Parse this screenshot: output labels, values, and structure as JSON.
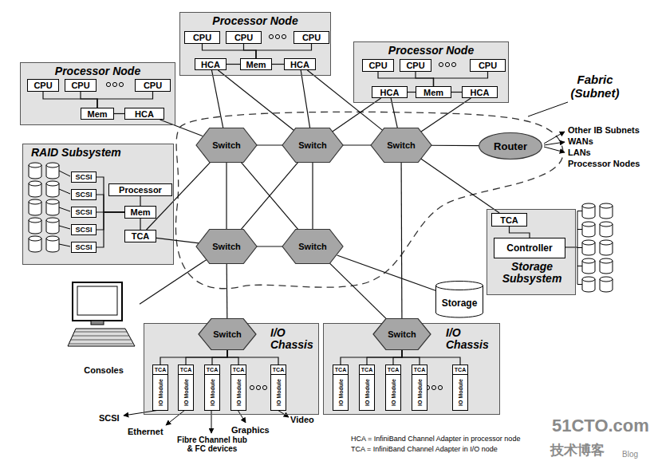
{
  "diagram": {
    "nodes": [
      {
        "text": [
          "Processor Node"
        ]
      },
      {
        "text": [
          "CPU"
        ],
        "in": 0
      },
      {
        "text": [
          "CPU"
        ],
        "in": 0
      },
      {
        "text": [
          "CPU"
        ],
        "in": 0
      },
      {
        "text": [
          "Mem"
        ],
        "in": 0
      },
      {
        "text": [
          "HCA"
        ],
        "in": 0
      },
      {
        "text": [
          "Processor Node"
        ]
      },
      {
        "text": [
          "CPU"
        ],
        "in": 6
      },
      {
        "text": [
          "CPU"
        ],
        "in": 6
      },
      {
        "text": [
          "CPU"
        ],
        "in": 6
      },
      {
        "text": [
          "HCA"
        ],
        "in": 6
      },
      {
        "text": [
          "Mem"
        ],
        "in": 6
      },
      {
        "text": [
          "HCA"
        ],
        "in": 6
      },
      {
        "text": [
          "Processor Node"
        ]
      },
      {
        "text": [
          "CPU"
        ],
        "in": 13
      },
      {
        "text": [
          "CPU"
        ],
        "in": 13
      },
      {
        "text": [
          "CPU"
        ],
        "in": 13
      },
      {
        "text": [
          "HCA"
        ],
        "in": 13
      },
      {
        "text": [
          "Mem"
        ],
        "in": 13
      },
      {
        "text": [
          "HCA"
        ],
        "in": 13
      },
      {
        "text": [
          "RAID Subsystem"
        ]
      },
      {
        "text": [
          "SCSI"
        ],
        "in": 20
      },
      {
        "text": [
          "SCSI"
        ],
        "in": 20
      },
      {
        "text": [
          "SCSI"
        ],
        "in": 20
      },
      {
        "text": [
          "SCSI"
        ],
        "in": 20
      },
      {
        "text": [
          "SCSI"
        ],
        "in": 20
      },
      {
        "text": [
          "Processor"
        ],
        "in": 20
      },
      {
        "text": [
          "Mem"
        ],
        "in": 20
      },
      {
        "text": [
          "TCA"
        ],
        "in": 20
      },
      {
        "text": [
          "Switch"
        ]
      },
      {
        "text": [
          "Switch"
        ]
      },
      {
        "text": [
          "Switch"
        ]
      },
      {
        "text": [
          "Router"
        ]
      },
      {
        "text": [
          "Switch"
        ]
      },
      {
        "text": [
          "Switch"
        ]
      },
      {
        "text": [
          "Storage Subsystem"
        ]
      },
      {
        "text": [
          "TCA"
        ],
        "in": 35
      },
      {
        "text": [
          "Controller"
        ],
        "in": 35
      },
      {
        "text": [
          "Storage"
        ]
      },
      {
        "text": [
          "Consoles"
        ]
      },
      {
        "text": [
          "I/O Chassis"
        ]
      },
      {
        "text": [
          "Switch"
        ],
        "in": 40
      },
      {
        "text": [
          "TCA",
          "IO Module"
        ],
        "in": 40
      },
      {
        "text": [
          "TCA",
          "IO Module"
        ],
        "in": 40
      },
      {
        "text": [
          "TCA",
          "IO Module"
        ],
        "in": 40
      },
      {
        "text": [
          "TCA",
          "IO Module"
        ],
        "in": 40
      },
      {
        "text": [
          "TCA",
          "IO Module"
        ],
        "in": 40
      },
      {
        "text": [
          "I/O Chassis"
        ]
      },
      {
        "text": [
          "Switch"
        ],
        "in": 47
      },
      {
        "text": [
          "TCA",
          "IO Module"
        ],
        "in": 47
      },
      {
        "text": [
          "TCA",
          "IO Module"
        ],
        "in": 47
      },
      {
        "text": [
          "TCA",
          "IO Module"
        ],
        "in": 47
      },
      {
        "text": [
          "TCA",
          "IO Module"
        ],
        "in": 47
      },
      {
        "text": [
          "TCA",
          "IO Module"
        ],
        "in": 47
      }
    ],
    "edges": [
      {
        "from": 1,
        "to": 4,
        "arrow": "none"
      },
      {
        "from": 2,
        "to": 4,
        "arrow": "none"
      },
      {
        "from": 3,
        "to": 4,
        "arrow": "none"
      },
      {
        "from": 4,
        "to": 5,
        "arrow": "none"
      },
      {
        "from": 7,
        "to": 11,
        "arrow": "none"
      },
      {
        "from": 8,
        "to": 11,
        "arrow": "none"
      },
      {
        "from": 9,
        "to": 11,
        "arrow": "none"
      },
      {
        "from": 10,
        "to": 11,
        "arrow": "none"
      },
      {
        "from": 11,
        "to": 12,
        "arrow": "none"
      },
      {
        "from": 14,
        "to": 18,
        "arrow": "none"
      },
      {
        "from": 15,
        "to": 18,
        "arrow": "none"
      },
      {
        "from": 16,
        "to": 18,
        "arrow": "none"
      },
      {
        "from": 17,
        "to": 18,
        "arrow": "none"
      },
      {
        "from": 18,
        "to": 19,
        "arrow": "none"
      },
      {
        "from": 21,
        "to": 27,
        "arrow": "none"
      },
      {
        "from": 22,
        "to": 27,
        "arrow": "none"
      },
      {
        "from": 23,
        "to": 27,
        "arrow": "none"
      },
      {
        "from": 24,
        "to": 27,
        "arrow": "none"
      },
      {
        "from": 25,
        "to": 27,
        "arrow": "none"
      },
      {
        "from": 26,
        "to": 27,
        "arrow": "none"
      },
      {
        "from": 27,
        "to": 28,
        "arrow": "none"
      },
      {
        "from": 5,
        "to": 29,
        "arrow": "none"
      },
      {
        "from": 10,
        "to": 29,
        "arrow": "none"
      },
      {
        "from": 10,
        "to": 30,
        "arrow": "none"
      },
      {
        "from": 12,
        "to": 30,
        "arrow": "none"
      },
      {
        "from": 12,
        "to": 31,
        "arrow": "none"
      },
      {
        "from": 17,
        "to": 30,
        "arrow": "none"
      },
      {
        "from": 17,
        "to": 31,
        "arrow": "none"
      },
      {
        "from": 19,
        "to": 31,
        "arrow": "none"
      },
      {
        "from": 29,
        "to": 30,
        "arrow": "none"
      },
      {
        "from": 30,
        "to": 31,
        "arrow": "none"
      },
      {
        "from": 31,
        "to": 32,
        "arrow": "none"
      },
      {
        "from": 29,
        "to": 33,
        "arrow": "none"
      },
      {
        "from": 30,
        "to": 34,
        "arrow": "none"
      },
      {
        "from": 33,
        "to": 34,
        "arrow": "none"
      },
      {
        "from": 29,
        "to": 34,
        "arrow": "none"
      },
      {
        "from": 30,
        "to": 33,
        "arrow": "none"
      },
      {
        "from": 31,
        "to": 36,
        "arrow": "none"
      },
      {
        "from": 31,
        "to": 48,
        "arrow": "none"
      },
      {
        "from": 34,
        "to": 38,
        "arrow": "none"
      },
      {
        "from": 33,
        "to": 41,
        "arrow": "none"
      },
      {
        "from": 34,
        "to": 48,
        "arrow": "none"
      },
      {
        "from": 33,
        "to": 39,
        "arrow": "none"
      },
      {
        "from": 28,
        "to": 33,
        "arrow": "none"
      },
      {
        "from": 28,
        "to": 29,
        "arrow": "none"
      },
      {
        "from": 41,
        "to": 42,
        "arrow": "none"
      },
      {
        "from": 41,
        "to": 43,
        "arrow": "none"
      },
      {
        "from": 41,
        "to": 44,
        "arrow": "none"
      },
      {
        "from": 41,
        "to": 45,
        "arrow": "none"
      },
      {
        "from": 41,
        "to": 46,
        "arrow": "none"
      },
      {
        "from": 48,
        "to": 49,
        "arrow": "none"
      },
      {
        "from": 48,
        "to": 50,
        "arrow": "none"
      },
      {
        "from": 48,
        "to": 51,
        "arrow": "none"
      },
      {
        "from": 48,
        "to": 52,
        "arrow": "none"
      },
      {
        "from": 48,
        "to": 53,
        "arrow": "none"
      },
      {
        "from": 36,
        "to": 37,
        "arrow": "none"
      }
    ],
    "labels": [
      "Fabric (Subnet)",
      "Other IB Subnets",
      "WANs",
      "LANs",
      "Processor Nodes",
      "SCSI",
      "Ethernet",
      "Fibre Channel hub & FC devices",
      "Graphics",
      "Video",
      "HCA = InfiniBand Channel Adapter in processor node",
      "TCA = InfiniBand Channel Adapter in I/O node",
      "51CTO.com",
      "技术博客",
      "Blog"
    ]
  }
}
